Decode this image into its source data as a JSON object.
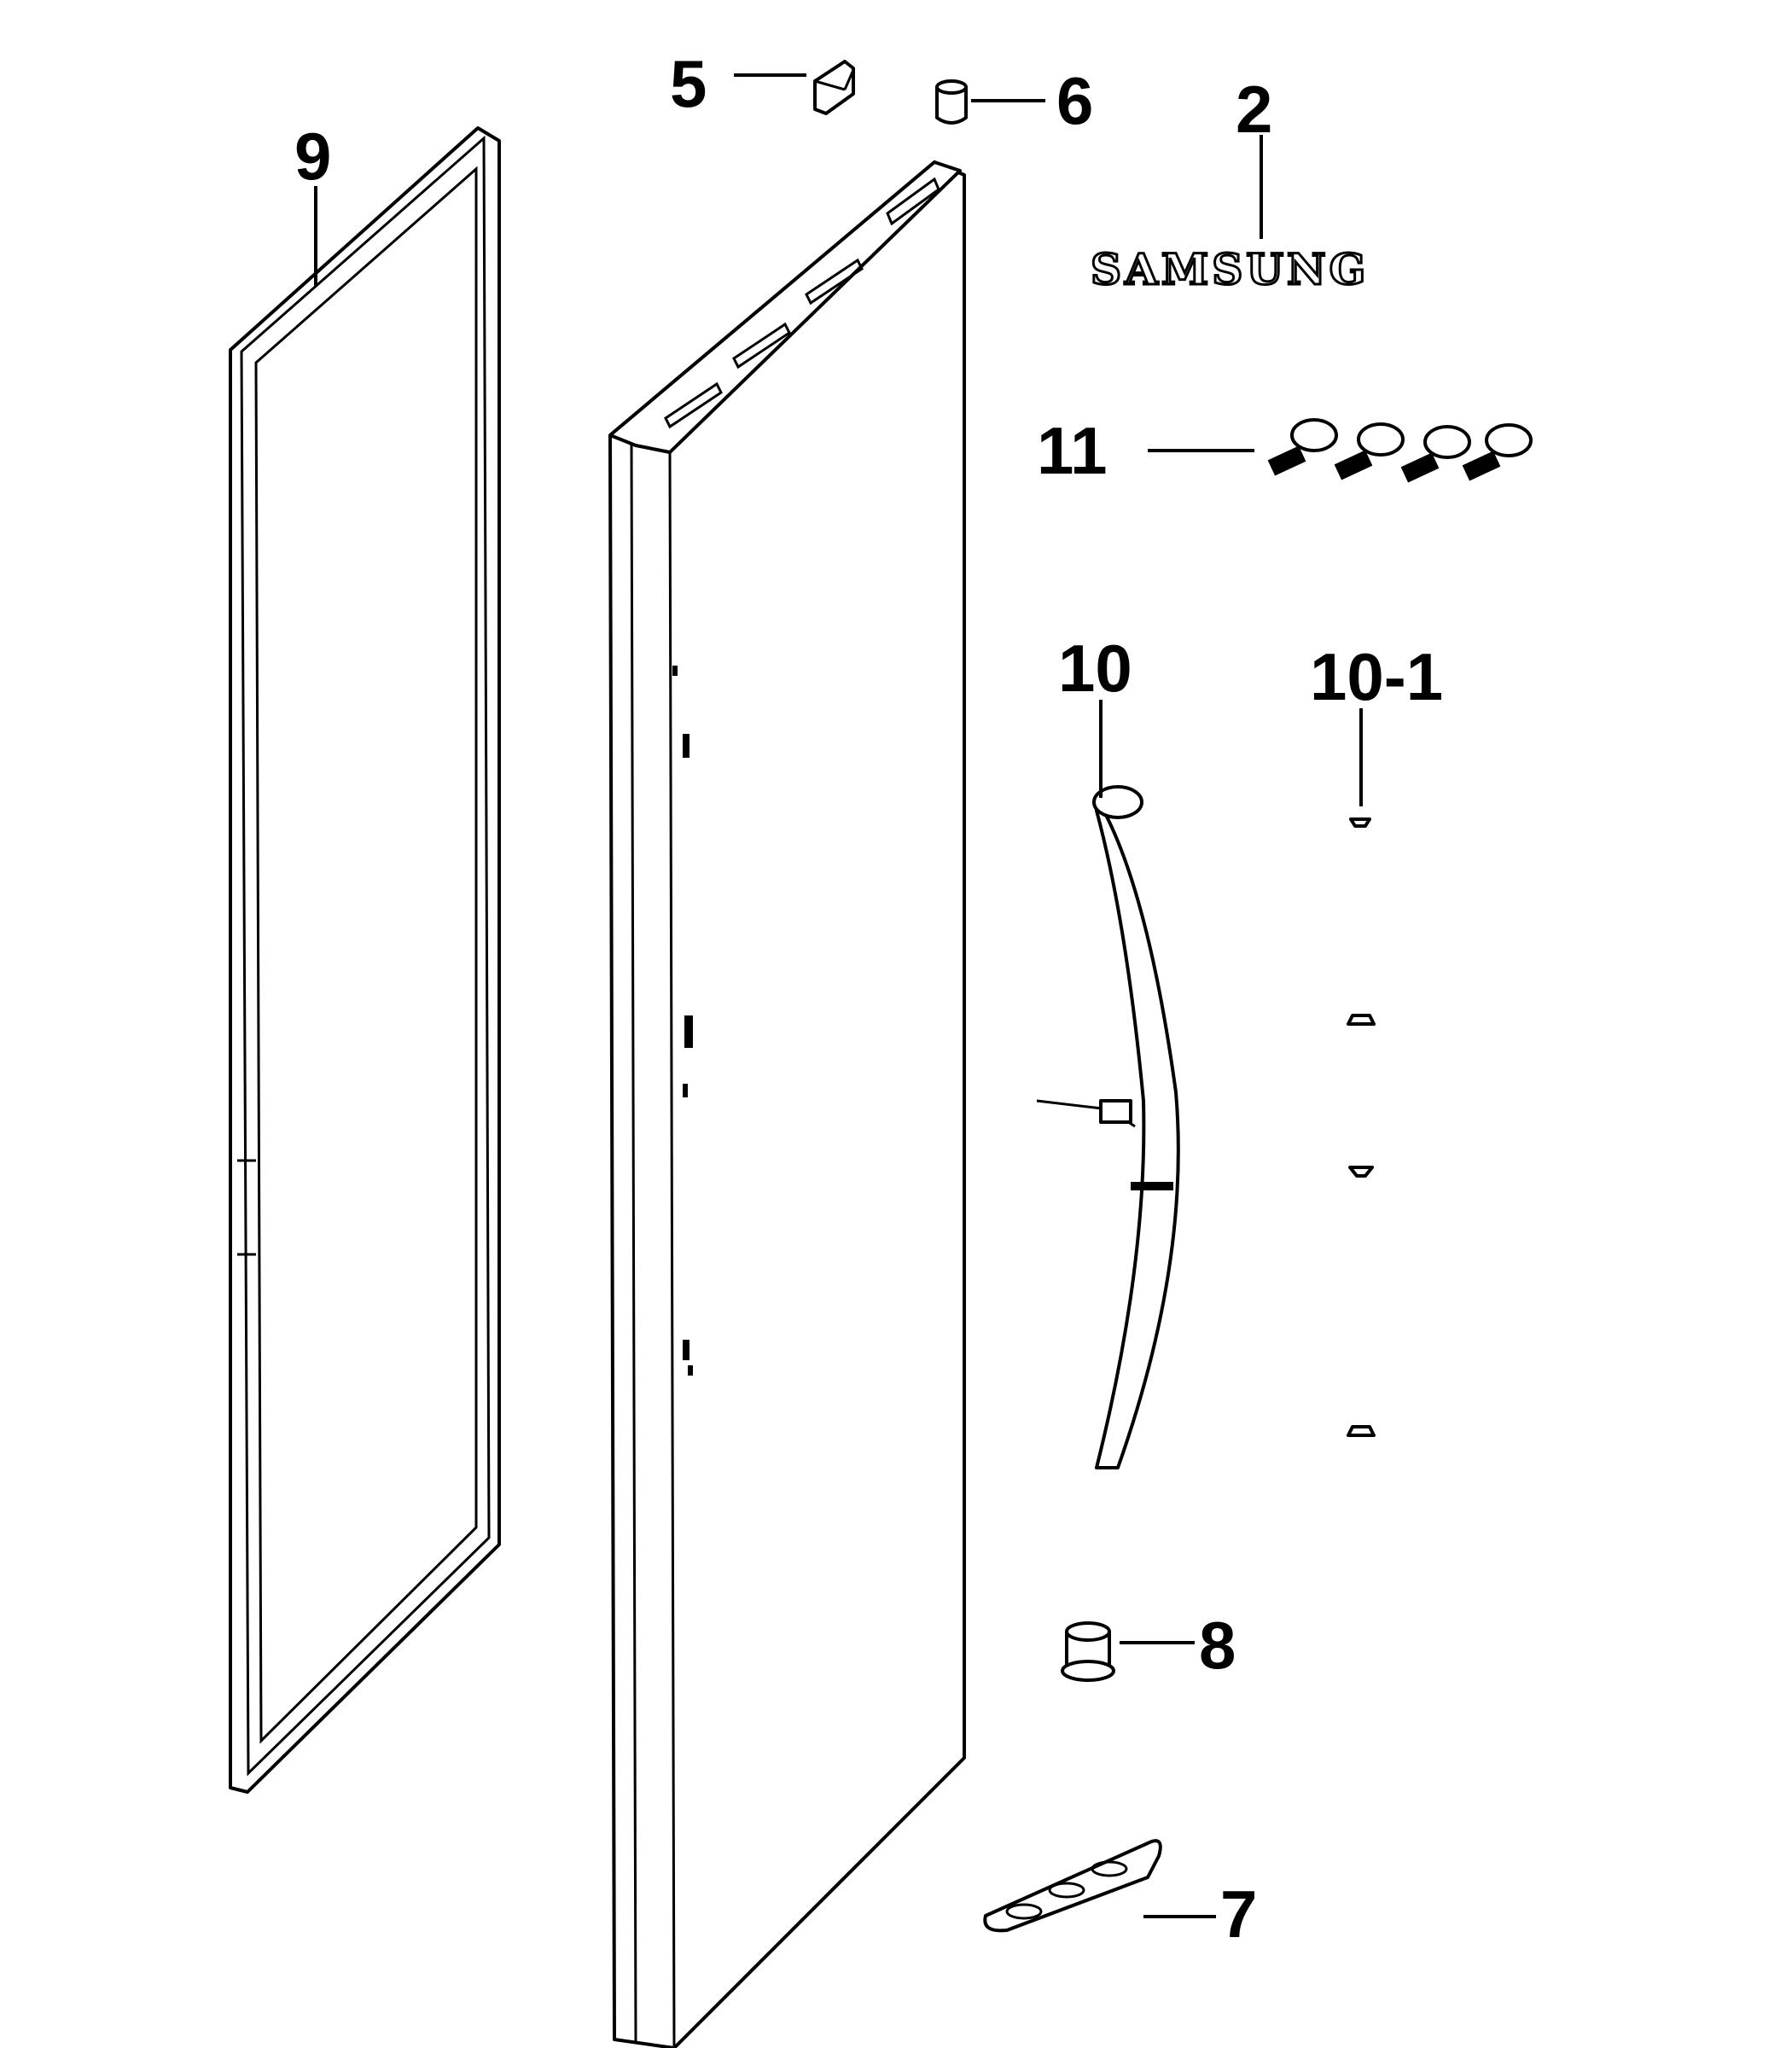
{
  "callouts": {
    "brand_logo": "2",
    "cap_5": "5",
    "cap_6": "6",
    "gasket": "9",
    "screws": "11",
    "handle": "10",
    "handle_screw": "10-1",
    "hinge_pin": "8",
    "hinge": "7"
  },
  "brand_text": "SAMSUNG"
}
